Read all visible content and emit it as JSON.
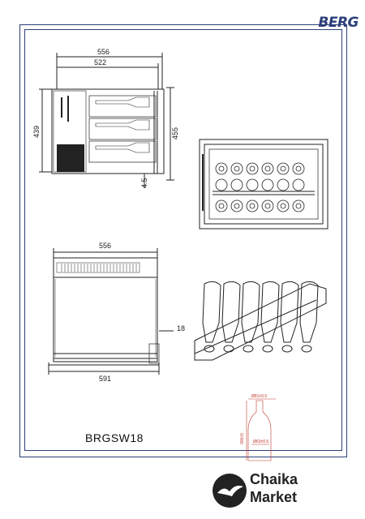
{
  "brand": {
    "logo_text": "BERG"
  },
  "model": {
    "name": "BRGSW18"
  },
  "drawings": {
    "side_view": {
      "overall_width": "556",
      "inner_width": "522",
      "height": "439",
      "total_height": "455",
      "offset": "4.5"
    },
    "top_view": {
      "width": "556",
      "depth": "591",
      "side_offset": "18"
    },
    "bottle_label_small": {
      "dims": [
        "Ø81±0.5",
        "Ø63±0.5",
        "300±5"
      ]
    }
  },
  "watermark": {
    "line1": "Chaika",
    "line2": "Market"
  },
  "colors": {
    "frame": "#2c3f7a",
    "line": "#222222"
  }
}
